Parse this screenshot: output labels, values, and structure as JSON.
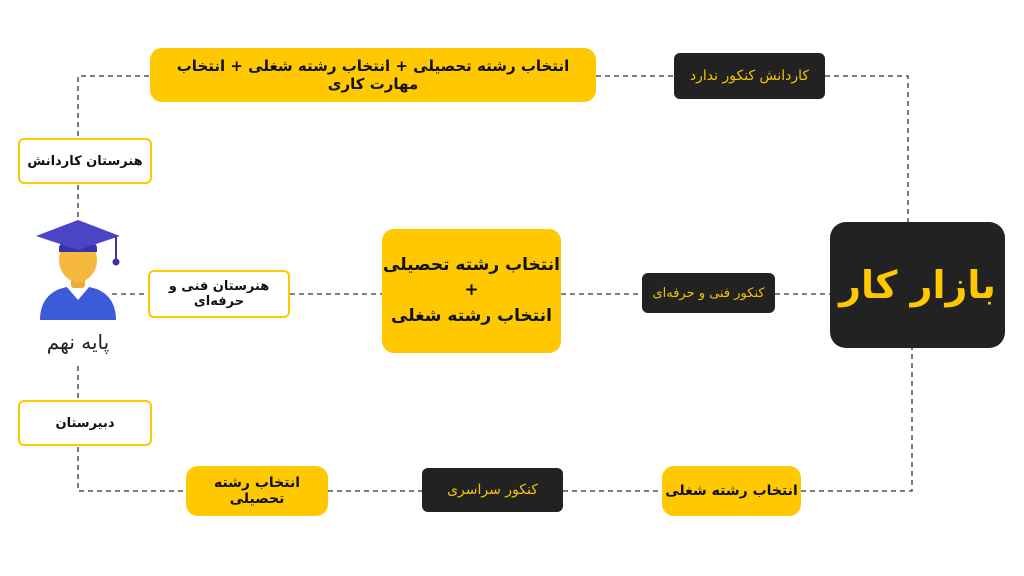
{
  "diagram": {
    "top_yellow": "انتخاب رشته تحصیلی + انتخاب رشته شغلی + انتخاب مهارت کاری",
    "top_dark": "کاردانش کنکور ندارد",
    "school_kardanesh": "هنرستان کاردانش",
    "school_fani": "هنرستان فنی و حرفه‌ای",
    "school_dabirestan": "دبیرستان",
    "student_label": "پایه نهم",
    "center_line1": "انتخاب رشته تحصیلی",
    "center_plus": "+",
    "center_line2": "انتخاب رشته شغلی",
    "mid_dark": "کنکور فنی و حرفه‌ای",
    "job_market": "بازار کار",
    "bottom_right_yellow": "انتخاب رشته شغلی",
    "bottom_dark": "کنکور سراسری",
    "bottom_left_yellow": "انتخاب رشته تحصیلی"
  },
  "colors": {
    "accent_yellow": "#FFC800",
    "dark_box": "#222222",
    "dark_text_yellow": "#F2C200"
  },
  "icons": {
    "student": "graduate-student-icon"
  }
}
